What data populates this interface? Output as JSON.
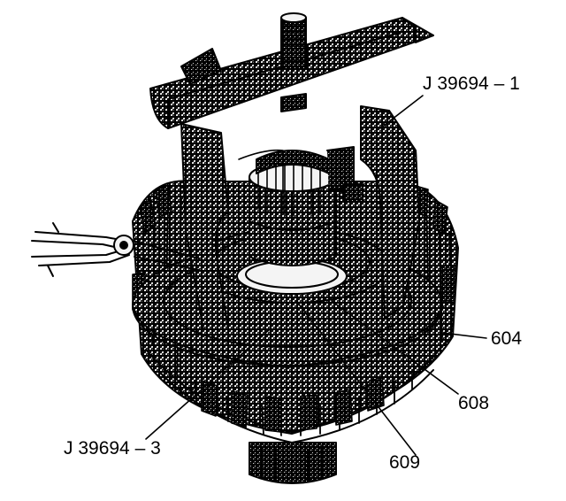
{
  "callouts": {
    "tool_1": "J 39694 – 1",
    "part_604": "604",
    "part_608": "608",
    "part_609": "609",
    "tool_3": "J 39694 – 3"
  },
  "colors": {
    "ink": "#000000",
    "fill_light": "#f2f2f2",
    "fill_shade": "#d9d9d9",
    "fill_dark": "#bdbdbd",
    "background": "#ffffff"
  }
}
